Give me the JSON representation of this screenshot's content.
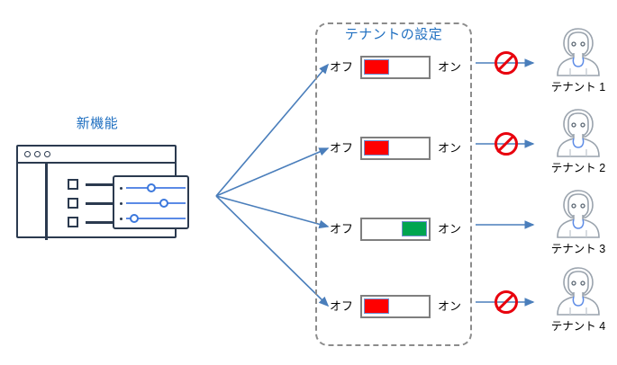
{
  "feature": {
    "label": "新機能"
  },
  "settings_panel": {
    "title": "テナントの設定",
    "toggles": [
      {
        "off_label": "オフ",
        "on_label": "オン",
        "state": "off",
        "color": "#ff0000"
      },
      {
        "off_label": "オフ",
        "on_label": "オン",
        "state": "off",
        "color": "#ff0000"
      },
      {
        "off_label": "オフ",
        "on_label": "オン",
        "state": "on",
        "color": "#00a550"
      },
      {
        "off_label": "オフ",
        "on_label": "オン",
        "state": "off",
        "color": "#ff0000"
      }
    ]
  },
  "tenants": [
    {
      "label": "テナント 1",
      "blocked": true
    },
    {
      "label": "テナント 2",
      "blocked": true
    },
    {
      "label": "テナント 3",
      "blocked": false
    },
    {
      "label": "テナント 4",
      "blocked": true
    }
  ],
  "colors": {
    "accent_blue": "#1f6fc0",
    "arrow_blue": "#4a7ebb",
    "dark_outline": "#2b3a4f",
    "dashed_border": "#8c8c8c",
    "toggle_border": "#7f7f7f",
    "block_red": "#e8000d",
    "on_green": "#00a550",
    "off_red": "#ff0000",
    "avatar_outline": "#9aa3ad",
    "avatar_collar": "#5b8ae6"
  },
  "icons": {
    "browser_window": "browser-window-icon",
    "slider_panel": "settings-sliders-icon",
    "prohibition": "prohibition-icon",
    "person": "person-icon"
  }
}
